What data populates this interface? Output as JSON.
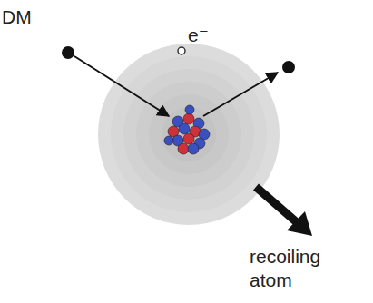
{
  "diagram": {
    "labels": [
      "DM",
      "e⁻",
      "recoiling atom"
    ]
  }
}
